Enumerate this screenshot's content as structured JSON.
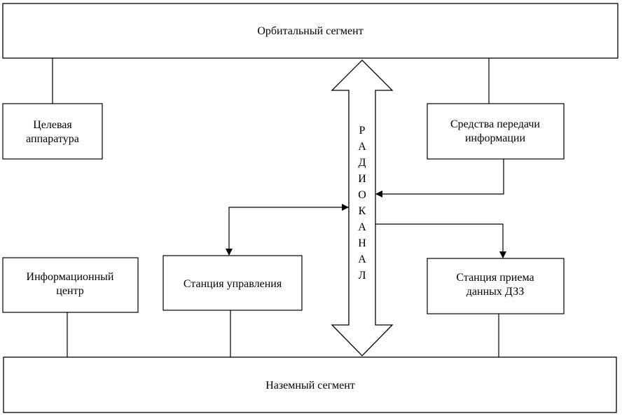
{
  "segments": {
    "orbital": "Орбитальный сегмент",
    "ground": "Наземный сегмент"
  },
  "boxes": {
    "payload": [
      "Целевая",
      "аппаратура"
    ],
    "transmission": [
      "Средства передачи",
      "информации"
    ],
    "info_center": [
      "Информационный",
      "центр"
    ],
    "control_station": [
      "Станция управления"
    ],
    "receiving_station": [
      "Станция приема",
      "данных ДЗЗ"
    ]
  },
  "radio_channel": {
    "letters": [
      "Р",
      "А",
      "Д",
      "И",
      "О",
      "К",
      "А",
      "Н",
      "А",
      "Л"
    ]
  }
}
